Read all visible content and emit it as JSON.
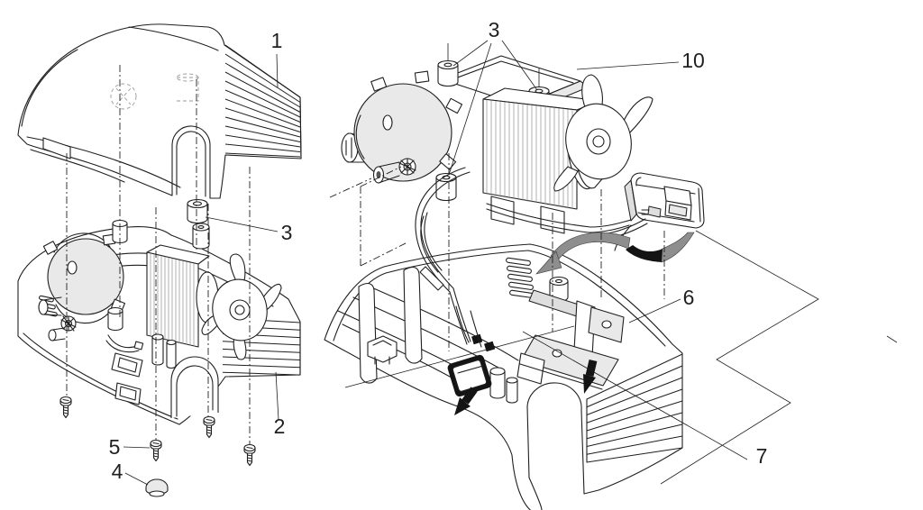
{
  "figure": {
    "kind": "exploded-view-illustration",
    "subject": "Aerator pump assembly",
    "panel_left_description": "Cover removed from base housing with damper, screws and rubber foot",
    "panel_right_description": "Pump motor unit with fan, power switch module, cable clamp and base housing"
  },
  "colors": {
    "line": "#1f1f1f",
    "fill_light": "#e9e9e9",
    "fill_mid": "#dedede",
    "arrow_gray": "#8e8e8e",
    "arrow_dark": "#141414",
    "background": "#ffffff"
  },
  "callouts": {
    "cover": "1",
    "base_housing": "2",
    "damper_left": "3",
    "rubber_foot": "4",
    "screw": "5",
    "damper_set": "3",
    "cable_clamp": "6",
    "switch_detail": "7",
    "motor_unit": "10"
  }
}
